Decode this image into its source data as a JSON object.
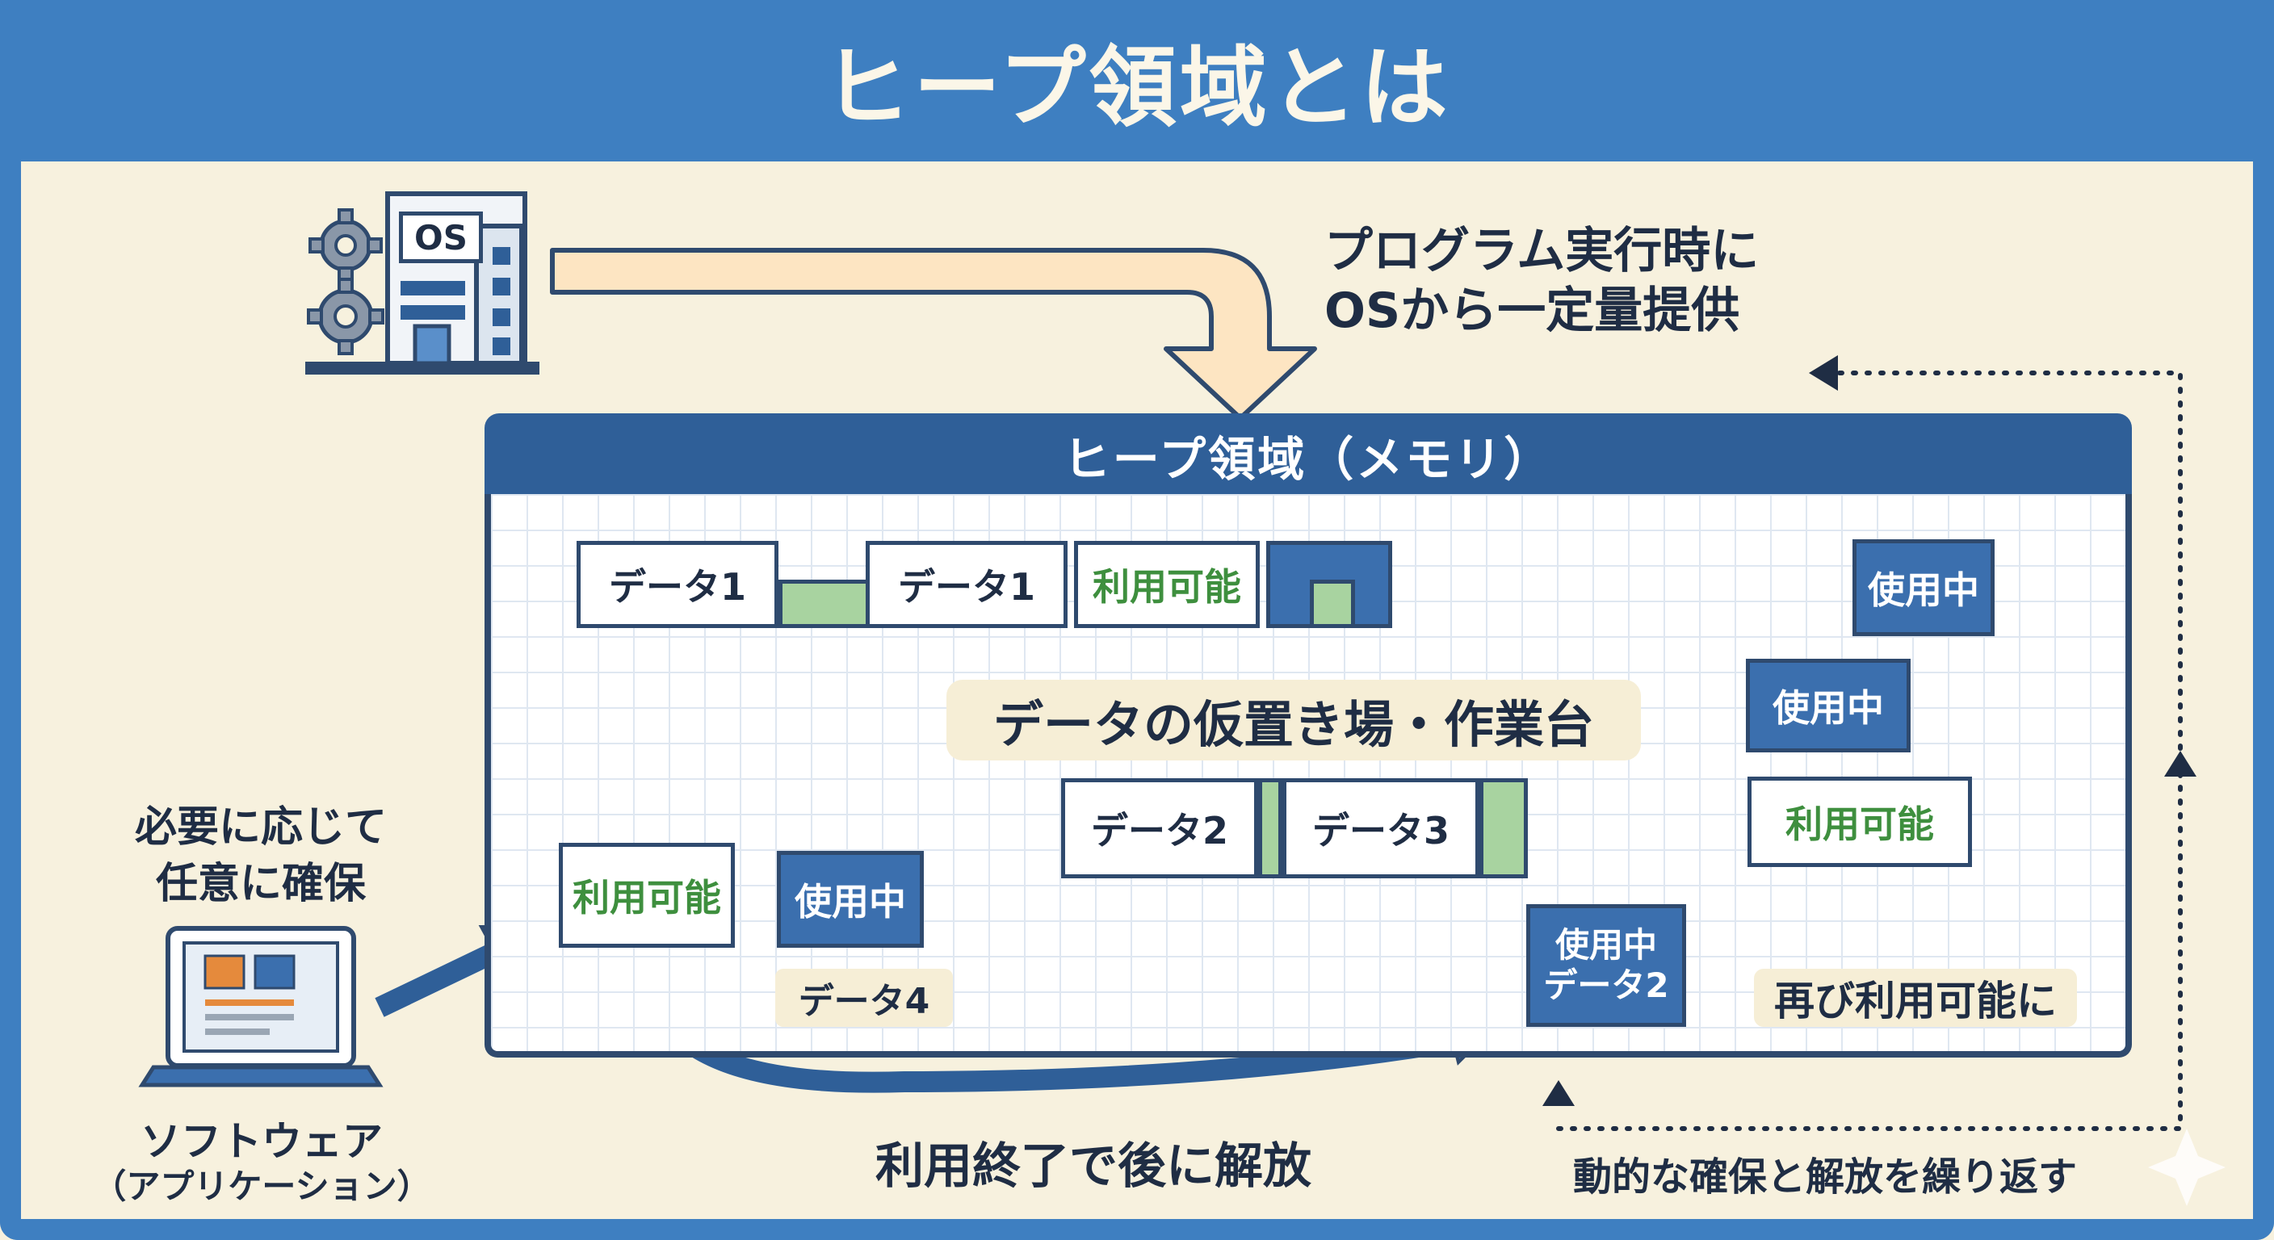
{
  "title": "ヒープ領域とは",
  "os": {
    "label": "OS",
    "caption_line1": "プログラム実行時に",
    "caption_line2": "OSから一定量提供"
  },
  "heap": {
    "header": "ヒープ領域（メモリ）",
    "center_note": "データの仮置き場・作業台",
    "shelf": [
      "データ1",
      "データ1",
      "利用可能"
    ],
    "crane_box": "利用可能",
    "blue_cube": "使用中",
    "data4_label": "データ4",
    "table": [
      "データ2",
      "データ3"
    ],
    "released": "使用中\nデータ2",
    "released_line1": "使用中",
    "released_line2": "データ2",
    "bookcase": [
      "使用中",
      "使用中",
      "利用可能"
    ],
    "reuse": "再び利用可能に"
  },
  "software": {
    "caption_line1": "必要に応じて",
    "caption_line2": "任意に確保",
    "name_line1": "ソフトウェア",
    "name_line2": "（アプリケーション）"
  },
  "bottom": {
    "release": "利用終了で後に解放",
    "cycle": "動的な確保と解放を繰り返す"
  },
  "colors": {
    "band": "#3e7fc1",
    "heap_header": "#2f5f98",
    "background": "#f7f1de",
    "available_text": "#3e8f3e",
    "in_use": "#3b6fae",
    "accent_orange": "#e58a3c",
    "arrow_peach": "#fde5c2"
  },
  "icons": [
    "gear-icon",
    "building-icon",
    "laptop-icon",
    "crane-icon",
    "workbench-icon",
    "bookcase-icon"
  ]
}
